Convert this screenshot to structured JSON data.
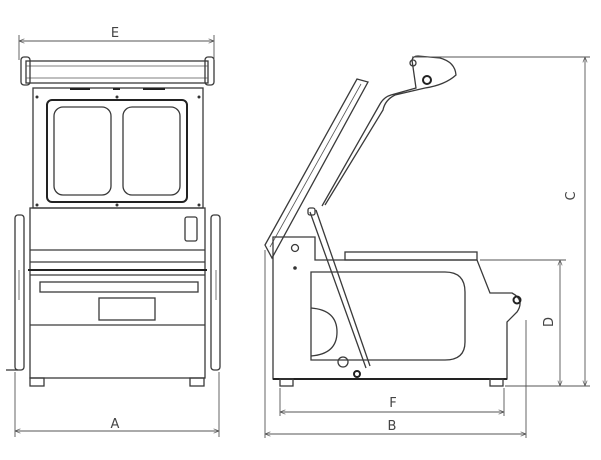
{
  "diagram": {
    "front_view": {
      "width_label_top": "E",
      "width_label_bottom": "A"
    },
    "side_view": {
      "overall_height_label": "C",
      "body_height_label": "D",
      "base_length_label": "F",
      "overall_length_label": "B"
    },
    "colors": {
      "line": "#3a3a3a",
      "background": "#ffffff"
    }
  }
}
